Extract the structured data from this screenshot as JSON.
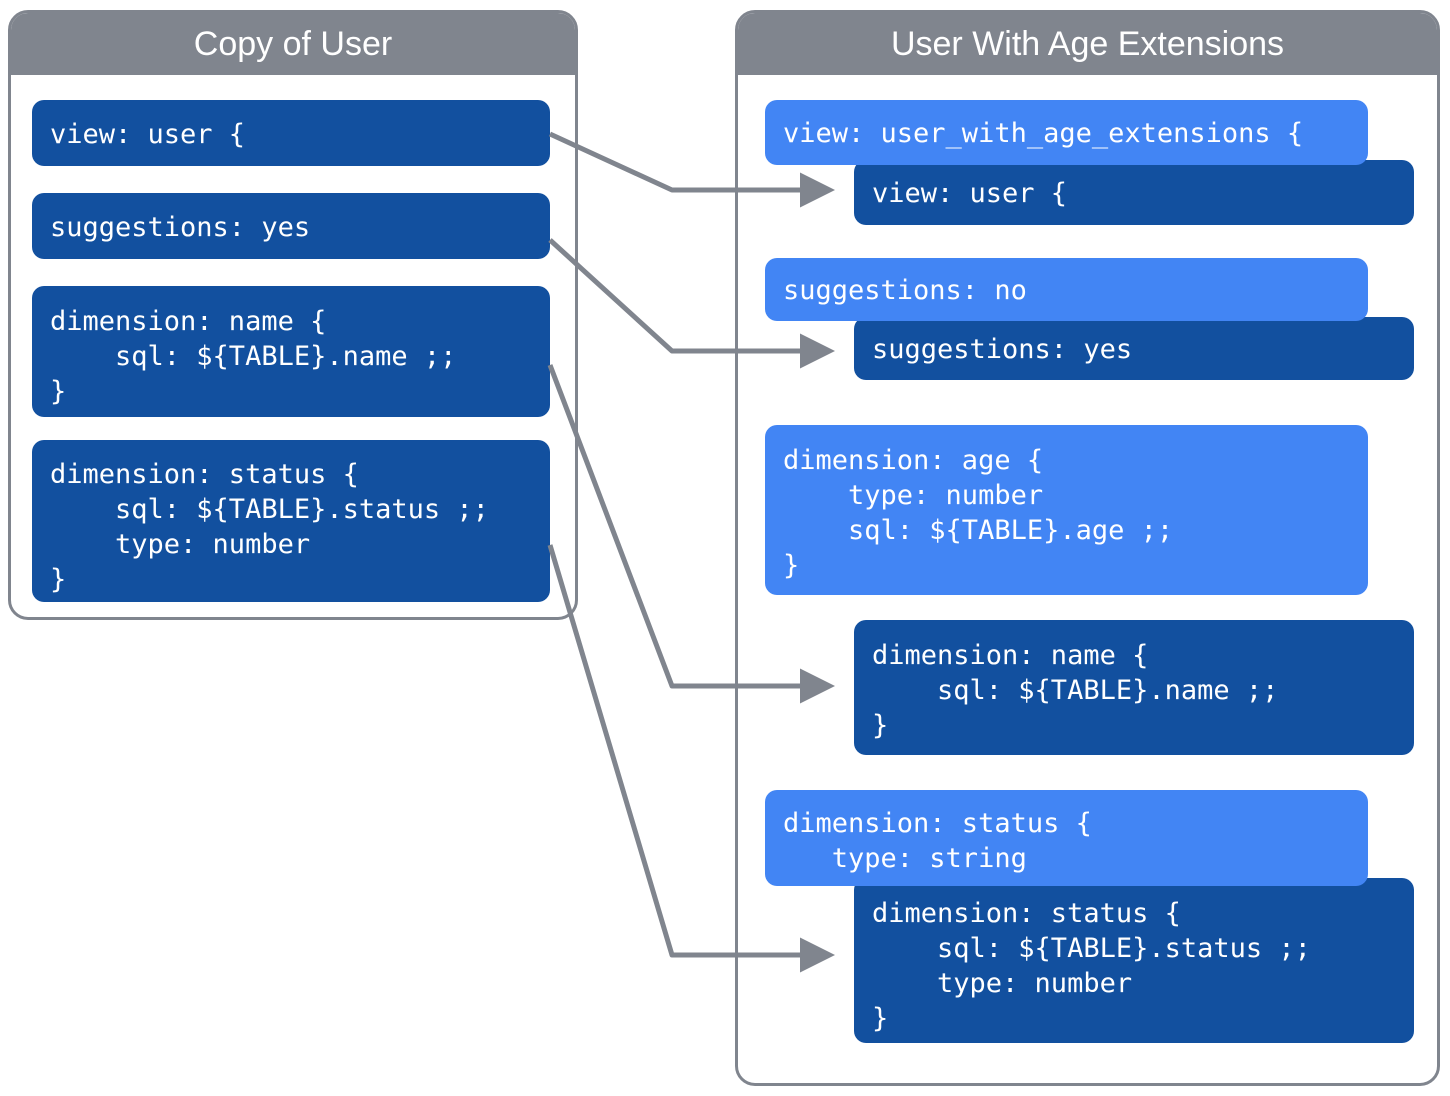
{
  "panels": {
    "left": {
      "title": "Copy of User",
      "blocks": [
        {
          "name": "view-declaration",
          "variant": "dark",
          "code": "view: user {"
        },
        {
          "name": "suggestions-parameter",
          "variant": "dark",
          "code": "suggestions: yes"
        },
        {
          "name": "dimension-name",
          "variant": "dark",
          "code": "dimension: name {\n    sql: ${TABLE}.name ;;\n}"
        },
        {
          "name": "dimension-status",
          "variant": "dark",
          "code": "dimension: status {\n    sql: ${TABLE}.status ;;\n    type: number\n}"
        }
      ]
    },
    "right": {
      "title": "User With Age Extensions",
      "blocks": [
        {
          "name": "view-declaration-extension",
          "variant": "light",
          "code": "view: user_with_age_extensions {"
        },
        {
          "name": "view-declaration-inherited",
          "variant": "dark",
          "code": "view: user {"
        },
        {
          "name": "suggestions-extension",
          "variant": "light",
          "code": "suggestions: no"
        },
        {
          "name": "suggestions-inherited",
          "variant": "dark",
          "code": "suggestions: yes"
        },
        {
          "name": "dimension-age-extension",
          "variant": "light",
          "code": "dimension: age {\n    type: number\n    sql: ${TABLE}.age ;;\n}"
        },
        {
          "name": "dimension-name-inherited",
          "variant": "dark",
          "code": "dimension: name {\n    sql: ${TABLE}.name ;;\n}"
        },
        {
          "name": "dimension-status-extension",
          "variant": "light",
          "code": "dimension: status {\n   type: string"
        },
        {
          "name": "dimension-status-inherited",
          "variant": "dark",
          "code": "dimension: status {\n    sql: ${TABLE}.status ;;\n    type: number\n}"
        }
      ]
    }
  },
  "connectors": [
    {
      "name": "connector-view",
      "from": "view-declaration",
      "to": "view-declaration-inherited"
    },
    {
      "name": "connector-suggestions",
      "from": "suggestions-parameter",
      "to": "suggestions-inherited"
    },
    {
      "name": "connector-name",
      "from": "dimension-name",
      "to": "dimension-name-inherited"
    },
    {
      "name": "connector-status",
      "from": "dimension-status",
      "to": "dimension-status-inherited"
    }
  ],
  "colors": {
    "header_gray": "#80858e",
    "block_dark_blue": "#12509f",
    "block_light_blue": "#4285f4",
    "connector_gray": "#80858e",
    "background": "#ffffff"
  }
}
